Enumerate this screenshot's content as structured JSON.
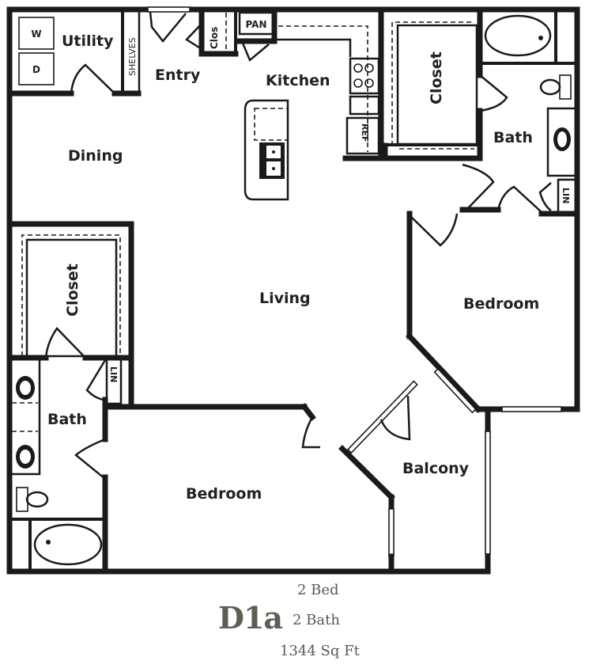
{
  "plan": {
    "unit_name": "D1a",
    "bedrooms": "2 Bed",
    "bathrooms": "2 Bath",
    "square_feet": "1344 Sq Ft"
  },
  "rooms": {
    "utility": "Utility",
    "washer": "W",
    "dryer": "D",
    "shelves": "SHELVES",
    "entry": "Entry",
    "closet_entry": "Clos",
    "pantry": "PAN",
    "kitchen": "Kitchen",
    "refrigerator": "REF",
    "dining": "Dining",
    "living": "Living",
    "master_closet": "Closet",
    "master_bath": "Bath",
    "master_linen": "LIN",
    "master_bedroom": "Bedroom",
    "second_closet": "Closet",
    "second_bath": "Bath",
    "second_linen": "LIN",
    "second_bedroom": "Bedroom",
    "balcony": "Balcony"
  },
  "colors": {
    "wall": "#1a1a1a",
    "caption": "#5a5a52",
    "background": "#ffffff"
  }
}
